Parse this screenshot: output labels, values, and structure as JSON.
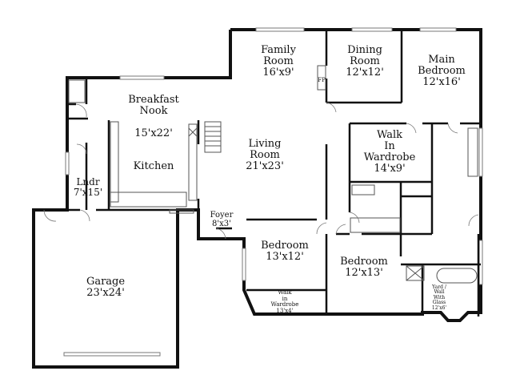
{
  "plan": {
    "rooms": {
      "family_room": {
        "name": "Family\nRoom",
        "size": "16'x9'"
      },
      "dining_room": {
        "name": "Dining\nRoom",
        "size": "12'x12'"
      },
      "main_bedroom": {
        "name": "Main\nBedroom",
        "size": "12'x16'"
      },
      "breakfast_nook": {
        "name": "Breakfast\nNook",
        "size": "15'x22'"
      },
      "kitchen": {
        "name": "Kitchen"
      },
      "living_room": {
        "name": "Living\nRoom",
        "size": "21'x23'"
      },
      "walk_in_wardrobe_main": {
        "name": "Walk\nIn\nWardrobe",
        "size": "14'x9'"
      },
      "laundry": {
        "name": "Lndr",
        "size": "7'x15'"
      },
      "foyer": {
        "name": "Foyer",
        "size": "8'x3'"
      },
      "garage": {
        "name": "Garage",
        "size": "23'x24'"
      },
      "bedroom_1": {
        "name": "Bedroom",
        "size": "13'x12'"
      },
      "bedroom_2": {
        "name": "Bedroom",
        "size": "12'x13'"
      },
      "walk_in_wardrobe_small": {
        "name": "Walk\nin\nWardrobe",
        "size": "13'x4'"
      },
      "yard_wall": {
        "name": "Yard /\nWall\nWith\nGlass",
        "size": "12'x6'"
      }
    },
    "fireplace": "FP"
  }
}
